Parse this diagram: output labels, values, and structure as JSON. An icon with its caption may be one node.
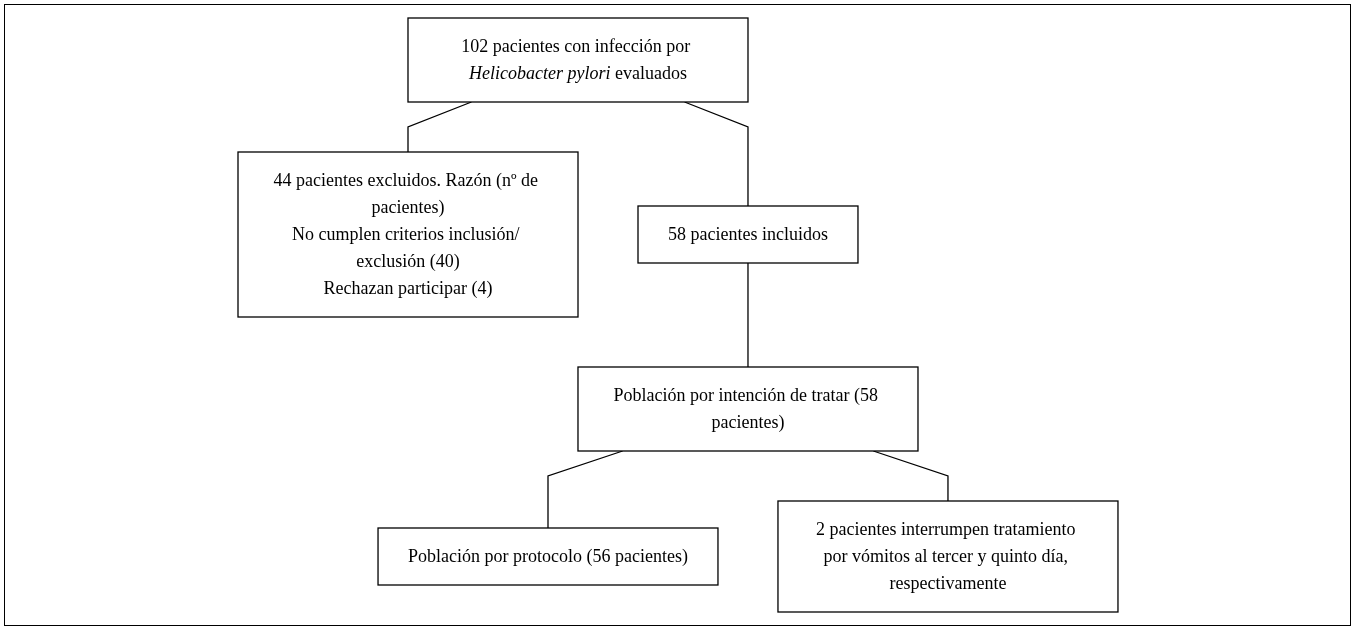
{
  "diagram": {
    "nodes": [
      {
        "text": [
          "102 pacientes con infección por *Helicobacter pylori* evaluados"
        ]
      },
      {
        "text": [
          "44 pacientes excluidos. Razón (nº de pacientes)",
          "No cumplen criterios inclusión/ exclusión (40)",
          "Rechazan participar (4)"
        ]
      },
      {
        "text": [
          "58 pacientes incluidos"
        ]
      },
      {
        "text": [
          "Población por intención de tratar (58 pacientes)"
        ]
      },
      {
        "text": [
          "2 pacientes interrumpen tratamiento por vómitos al tercer y quinto día, respectivamente"
        ]
      },
      {
        "text": [
          "Población por protocolo (56 pacientes)"
        ]
      }
    ],
    "edges": [
      {
        "from": 0,
        "to": 2,
        "arrow": "none"
      },
      {
        "from": 0,
        "to": 1,
        "arrow": "none"
      },
      {
        "from": 2,
        "to": 3,
        "arrow": "none"
      },
      {
        "from": 3,
        "to": 5,
        "arrow": "none"
      },
      {
        "from": 3,
        "to": 4,
        "arrow": "none"
      }
    ]
  }
}
